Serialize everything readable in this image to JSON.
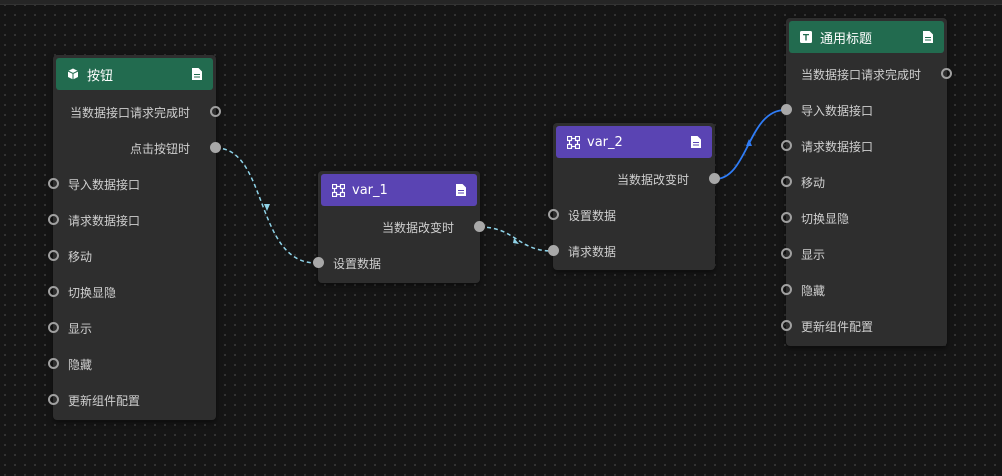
{
  "nodes": {
    "button": {
      "title": "按钮",
      "icon": "cube-icon",
      "outputs": [
        "当数据接口请求完成时",
        "点击按钮时"
      ],
      "inputs": [
        "导入数据接口",
        "请求数据接口",
        "移动",
        "切换显隐",
        "显示",
        "隐藏",
        "更新组件配置"
      ]
    },
    "var1": {
      "title": "var_1",
      "icon": "variable-icon",
      "outputs": [
        "当数据改变时"
      ],
      "inputs": [
        "设置数据"
      ]
    },
    "var2": {
      "title": "var_2",
      "icon": "variable-icon",
      "outputs": [
        "当数据改变时"
      ],
      "inputs": [
        "设置数据",
        "请求数据"
      ]
    },
    "title": {
      "title": "通用标题",
      "icon": "text-icon",
      "outputs": [
        "当数据接口请求完成时"
      ],
      "inputs": [
        "导入数据接口",
        "请求数据接口",
        "移动",
        "切换显隐",
        "显示",
        "隐藏",
        "更新组件配置"
      ]
    }
  },
  "connections": [
    {
      "from": "按钮.点击按钮时",
      "to": "var_1.设置数据",
      "style": "dashed"
    },
    {
      "from": "var_1.当数据改变时",
      "to": "var_2.请求数据",
      "style": "dashed"
    },
    {
      "from": "var_2.当数据改变时",
      "to": "通用标题.导入数据接口",
      "style": "solid"
    }
  ],
  "colors": {
    "background": "#151515",
    "node": "#2e2e2e",
    "header_component": "#226b4f",
    "header_variable": "#5a44b3",
    "wire_dashed": "#8fd3e8",
    "wire_solid": "#2f7cf6"
  }
}
